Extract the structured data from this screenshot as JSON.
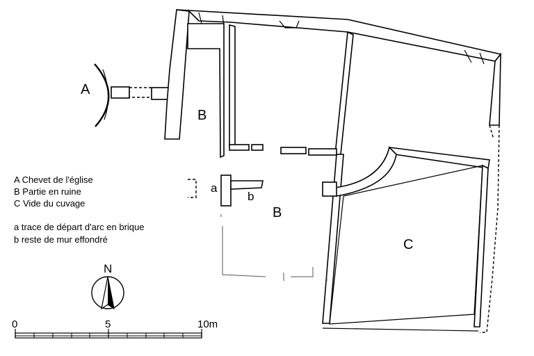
{
  "rooms": {
    "A": "A",
    "B_left": "B",
    "B_center": "B",
    "C": "C",
    "a": "a",
    "b": "b"
  },
  "legend": {
    "items": [
      "A  Chevet de l'église",
      "B  Partie en ruine",
      "C  Vide du cuvage"
    ],
    "notes": [
      "a  trace de départ d'arc en brique",
      "b  reste de mur effondré"
    ]
  },
  "north": {
    "label": "N"
  },
  "scale": {
    "ticks": [
      "0",
      "5",
      "10m"
    ]
  }
}
